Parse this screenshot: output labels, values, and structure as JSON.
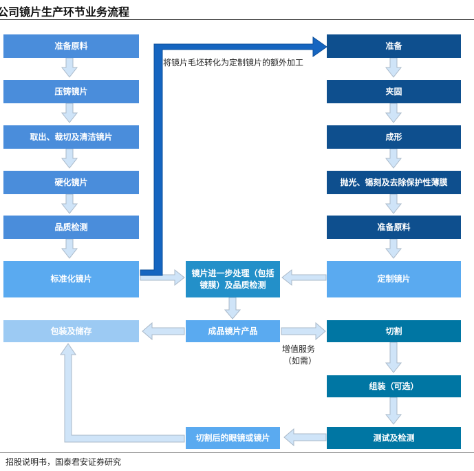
{
  "title": "公司镜片生产环节业务流程",
  "left": [
    "准备原料",
    "压铸镜片",
    "取出、裁切及清洁镜片",
    "硬化镜片",
    "品质检测",
    "标准化镜片",
    "包装及储存"
  ],
  "middle": [
    "镜片进一步处理（包括镀膜）及品质检测",
    "成品镜片产品",
    "切割后的眼镜或镜片"
  ],
  "right": [
    "准备",
    "夹固",
    "成形",
    "抛光、锡刻及去除保护性薄膜",
    "准备原料",
    "定制镜片",
    "切割",
    "组装（可选）",
    "测试及检测"
  ],
  "notes": {
    "custom": "将镜片毛坯转化为定制镜片的额外加工",
    "value_added": "增值服务",
    "value_added_sub": "（如需）"
  },
  "source": "：招股说明书，国泰君安证券研究"
}
